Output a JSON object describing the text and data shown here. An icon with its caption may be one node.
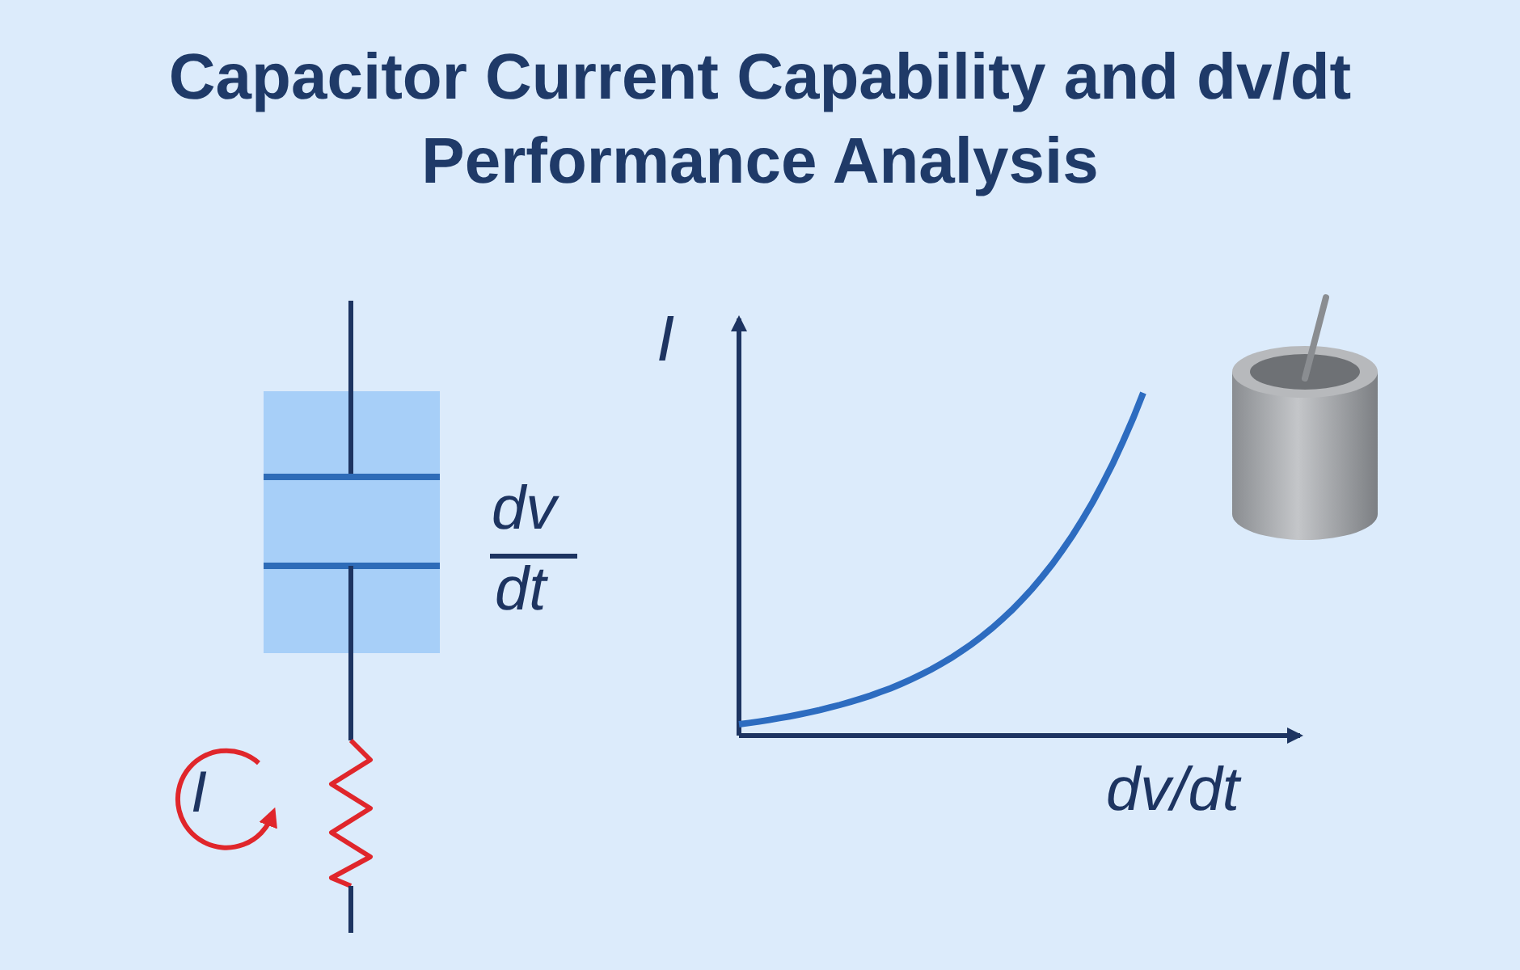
{
  "diagram": {
    "title": "Capacitor Current Capability and dv/dt Performance Analysis",
    "labels": [
      "I",
      "dv",
      "dt",
      "I",
      "dv/dt"
    ]
  }
}
